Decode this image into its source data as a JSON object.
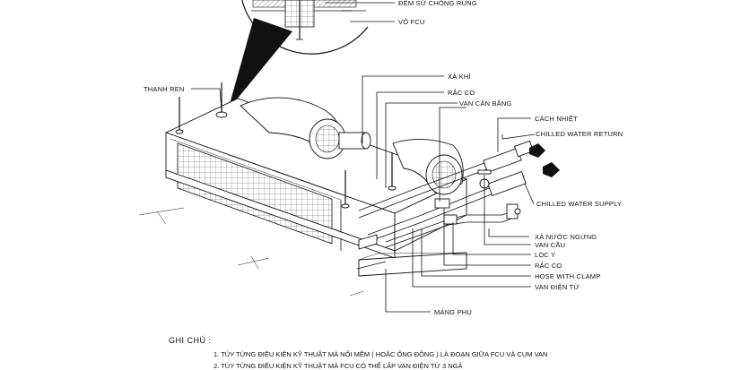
{
  "labels": {
    "dem_su": "ĐỆM SỨ CHỐNG RUNG",
    "vo_fcu": "VỎ FCU",
    "thanh_ren": "THANH REN",
    "xa_khi": "XẢ KHÍ",
    "rac_co_top": "RẮC CO",
    "van_can_bang": "VAN CÂN BẰNG",
    "cach_nhiet": "CÁCH NHIỆT",
    "chilled_return": "CHILLED WATER RETURN",
    "chilled_supply": "CHILLED WATER SUPPLY",
    "xa_nuoc_ngung": "XẢ NƯỚC NGƯNG",
    "van_cau": "VAN CẦU",
    "loc_y": "LỌC Y",
    "rac_co_bottom": "RẮC CO",
    "hose": "HOSE WITH CLAMP",
    "van_dien_tu": "VAN ĐIỆN TỪ",
    "mang_phu": "MÁNG PHỤ"
  },
  "notes": {
    "heading": "GHI CHÚ :",
    "line1": "1. TÙY TỪNG ĐIỀU KIỆN KỸ THUẬT MÀ NỐI MỀM ( HOẶC ỐNG ĐỒNG ) LÀ ĐOẠN GIỮA FCU VÀ CỤM VAN",
    "line2": "2. TÙY TỪNG ĐIỀU KIỆN KỸ THUẬT MÀ FCU CÓ THỂ LẮP VAN ĐIỆN  TỪ 3 NGẢ"
  }
}
